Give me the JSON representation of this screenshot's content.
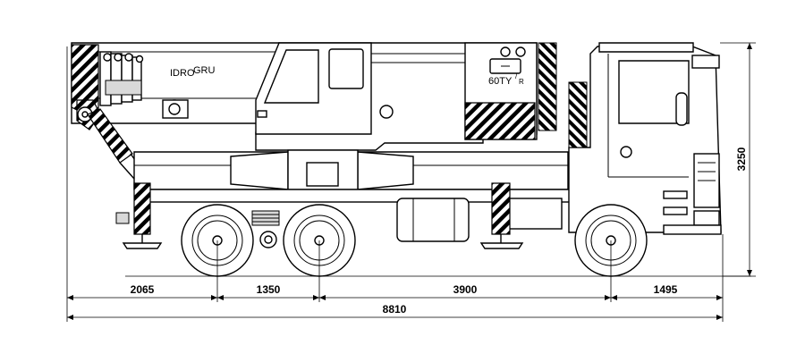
{
  "brand": {
    "left": "IDRO",
    "right": "GRU"
  },
  "model": {
    "main": "60TY",
    "suffix": "R"
  },
  "dimensions": {
    "segments": [
      "2065",
      "1350",
      "3900",
      "1495"
    ],
    "total": "8810",
    "height": "3250"
  },
  "colors": {
    "line": "#000000",
    "background": "#ffffff",
    "hatch": "#000000"
  }
}
